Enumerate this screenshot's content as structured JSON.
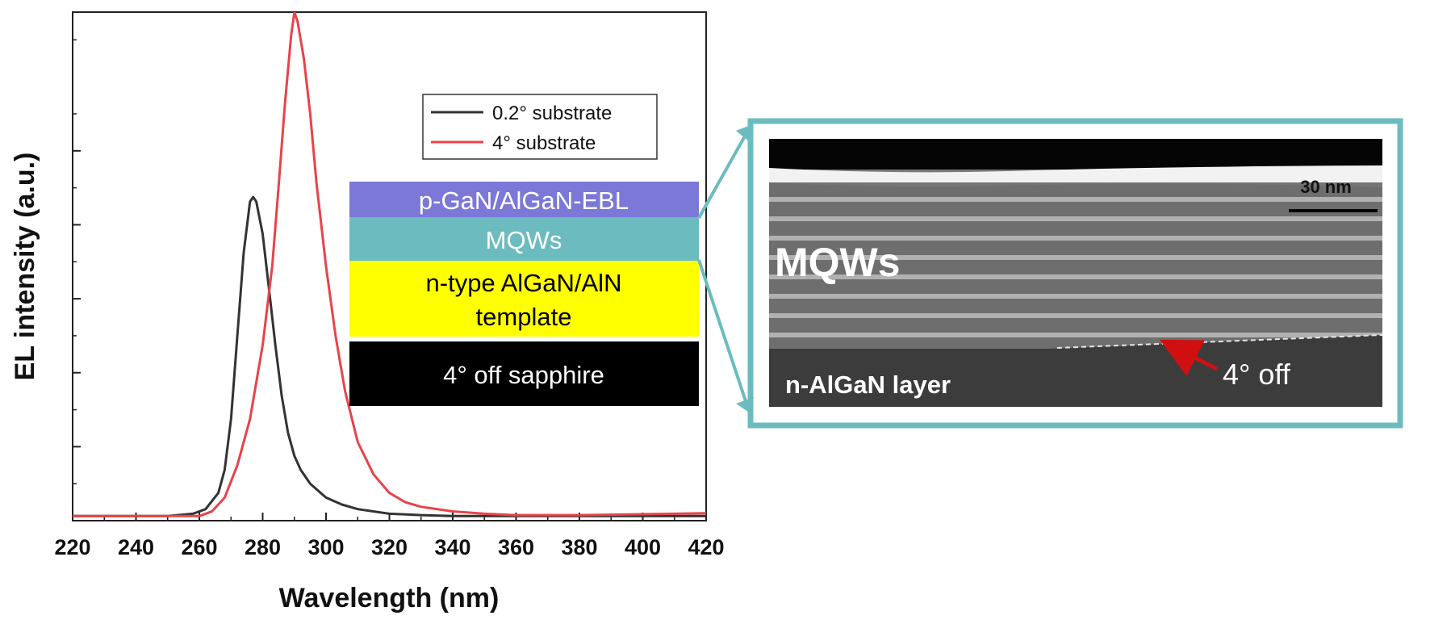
{
  "colors": {
    "series_0.2": "#333333",
    "series_4": "#e8434b",
    "layer_pgan": "#7b78d8",
    "layer_mqw": "#6cbcbf",
    "layer_ntype": "#ffff00",
    "layer_sapphire": "#000000",
    "tem_frame": "#6cbcbf",
    "arrow": "#d01010"
  },
  "chart_data": {
    "type": "line",
    "xlabel": "Wavelength (nm)",
    "ylabel": "EL intensity (a.u.)",
    "xlim": [
      220,
      420
    ],
    "ylim": [
      0,
      1.1
    ],
    "x_ticks": [
      220,
      240,
      260,
      280,
      300,
      320,
      340,
      360,
      380,
      400,
      420
    ],
    "y_tick_labels_shown": false,
    "grid": false,
    "legend_position": "top-right",
    "series": [
      {
        "name": "0.2° substrate",
        "x": [
          220,
          250,
          258,
          262,
          266,
          268,
          270,
          272,
          274,
          276,
          277,
          278,
          280,
          282,
          284,
          286,
          288,
          290,
          292,
          295,
          300,
          305,
          310,
          320,
          330,
          340,
          360,
          380,
          400,
          420
        ],
        "y": [
          0.01,
          0.01,
          0.015,
          0.025,
          0.06,
          0.11,
          0.22,
          0.4,
          0.58,
          0.69,
          0.7,
          0.69,
          0.62,
          0.5,
          0.38,
          0.27,
          0.19,
          0.14,
          0.11,
          0.08,
          0.05,
          0.035,
          0.025,
          0.015,
          0.012,
          0.01,
          0.01,
          0.01,
          0.01,
          0.01
        ]
      },
      {
        "name": "4° substrate",
        "x": [
          220,
          260,
          264,
          268,
          272,
          276,
          280,
          283,
          285,
          287,
          289,
          290,
          291,
          293,
          295,
          297,
          300,
          303,
          306,
          310,
          315,
          320,
          325,
          330,
          340,
          350,
          360,
          380,
          400,
          420
        ],
        "y": [
          0.01,
          0.01,
          0.02,
          0.05,
          0.12,
          0.22,
          0.38,
          0.55,
          0.72,
          0.9,
          1.05,
          1.1,
          1.08,
          1.0,
          0.88,
          0.73,
          0.55,
          0.4,
          0.28,
          0.17,
          0.1,
          0.06,
          0.04,
          0.03,
          0.02,
          0.015,
          0.012,
          0.012,
          0.014,
          0.016
        ]
      }
    ]
  },
  "layer_stack": [
    {
      "label": "p-GaN/AlGaN-EBL",
      "color_key": "layer_pgan"
    },
    {
      "label": "MQWs",
      "color_key": "layer_mqw"
    },
    {
      "label_line1": "n-type AlGaN/AlN",
      "label_line2": "template",
      "color_key": "layer_ntype"
    },
    {
      "label": "4°  off sapphire",
      "color_key": "layer_sapphire"
    }
  ],
  "tem_image": {
    "scale_bar_label": "30 nm",
    "mqw_label": "MQWs",
    "layer_label": "n-AlGaN layer",
    "angle_label": "4°  off"
  }
}
